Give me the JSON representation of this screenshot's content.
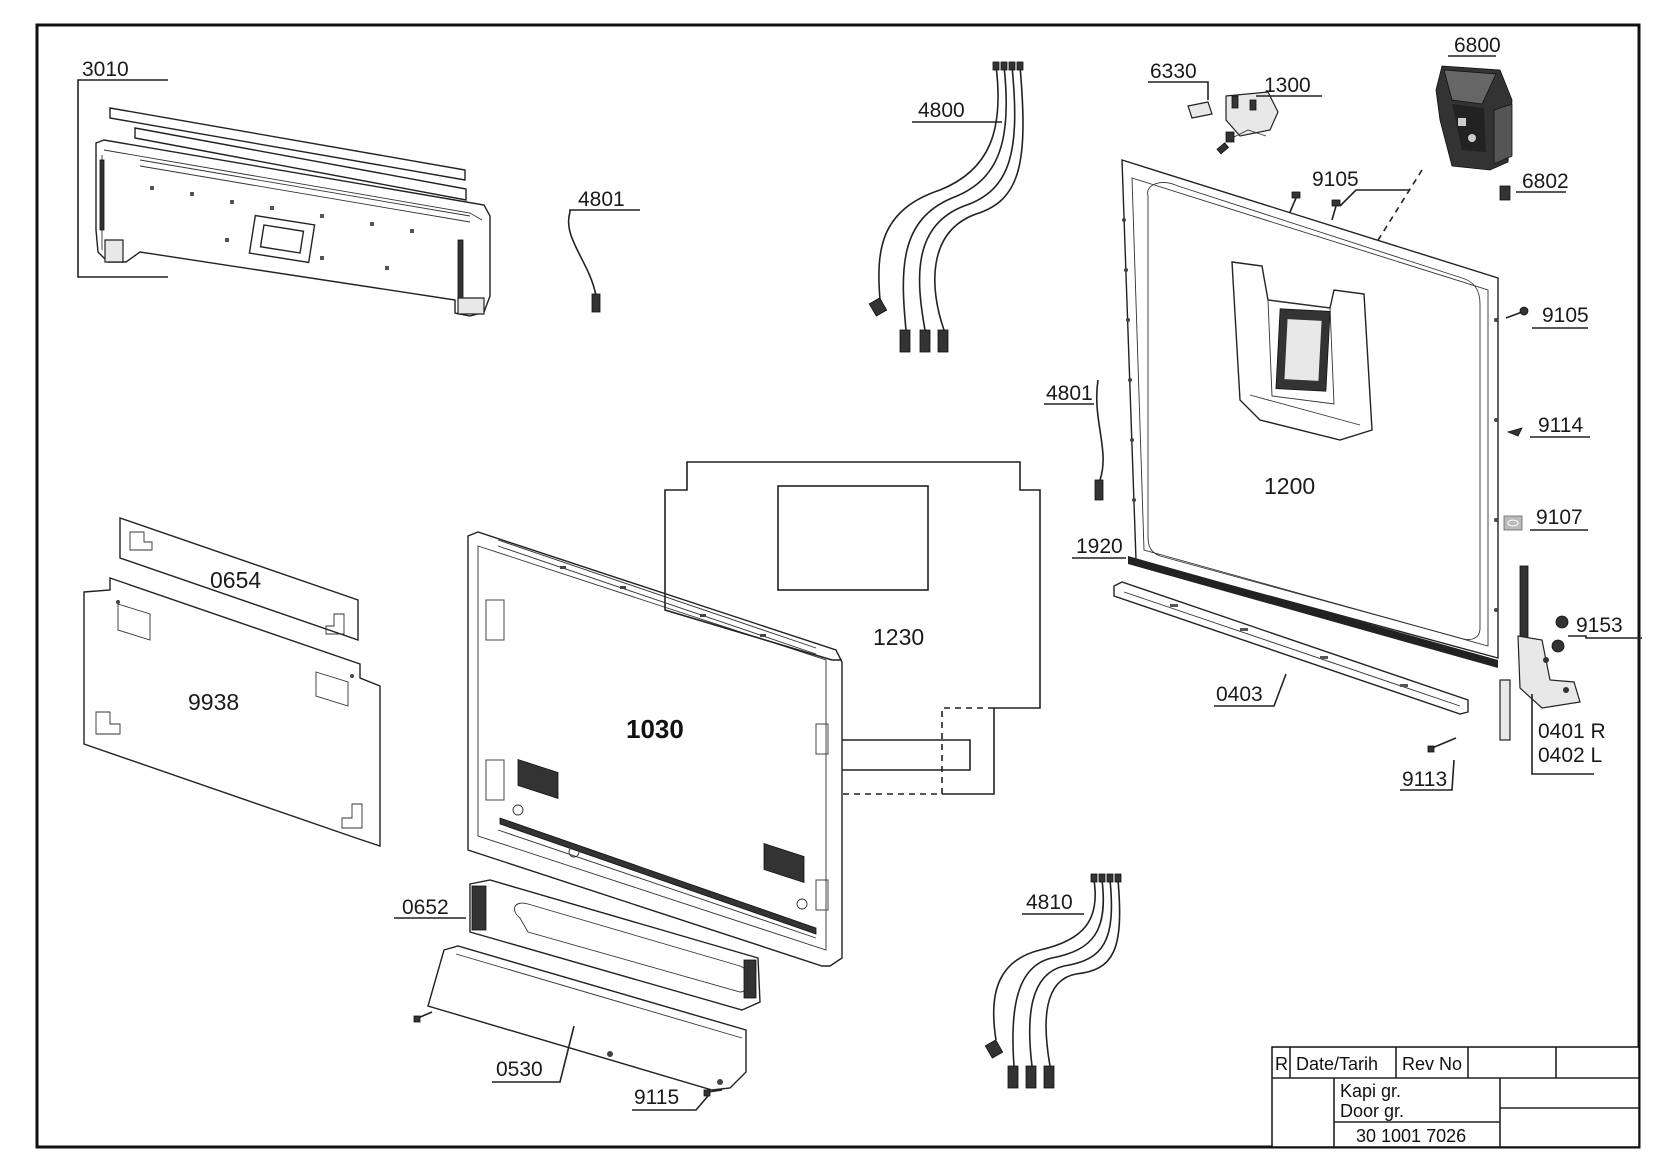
{
  "drawing": {
    "labels": {
      "p3010": "3010",
      "p4801a": "4801",
      "p4800": "4800",
      "p6330": "6330",
      "p1300": "1300",
      "p6800": "6800",
      "p6802": "6802",
      "p9105a": "9105",
      "p9105b": "9105",
      "p4801b": "4801",
      "p9114": "9114",
      "p1200": "1200",
      "p9107": "9107",
      "p1920": "1920",
      "p0654": "0654",
      "p9938": "9938",
      "p1230": "1230",
      "p1030": "1030",
      "p9153": "9153",
      "p0403": "0403",
      "p0401": "0401 R",
      "p0402": "0402 L",
      "p9113": "9113",
      "p0652": "0652",
      "p4810": "4810",
      "p0530": "0530",
      "p9115": "9115"
    }
  },
  "title_block": {
    "col_r": "R",
    "col_date": "Date/Tarih",
    "col_rev": "Rev No",
    "name_tr": "Kapi gr.",
    "name_en": "Door gr.",
    "drawing_no": "30 1001 7026"
  }
}
